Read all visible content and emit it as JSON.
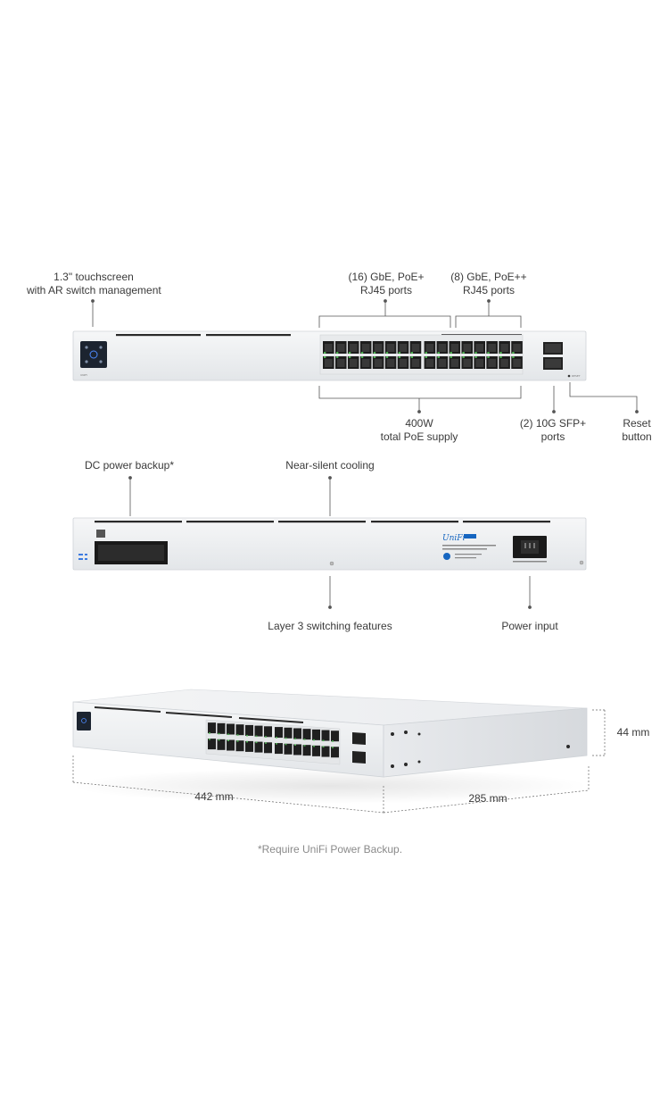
{
  "front": {
    "touchscreen": {
      "line1": "1.3\" touchscreen",
      "line2": "with AR switch management"
    },
    "gbe_poe_plus": {
      "line1": "(16) GbE, PoE+",
      "line2": "RJ45 ports"
    },
    "gbe_poe_plusplus": {
      "line1": "(8) GbE, PoE++",
      "line2": "RJ45 ports"
    },
    "poe_supply": {
      "line1": "400W",
      "line2": "total PoE supply"
    },
    "sfp": {
      "line1": "(2) 10G SFP+",
      "line2": "ports"
    },
    "reset": {
      "line1": "Reset",
      "line2": "button"
    }
  },
  "rear": {
    "dc_backup": "DC power backup*",
    "cooling": "Near-silent cooling",
    "layer3": "Layer 3 switching features",
    "power_input": "Power input"
  },
  "dimensions": {
    "height": "44 mm",
    "width": "442 mm",
    "depth": "285 mm"
  },
  "footnote": "*Require UniFi Power Backup.",
  "device_text": {
    "brand": "UniFi",
    "screen_brand": "UNIFI",
    "reset_mark": "RESET"
  },
  "colors": {
    "chassis": "#eef0f2",
    "port_green": "#4caf50",
    "line": "#555555"
  }
}
